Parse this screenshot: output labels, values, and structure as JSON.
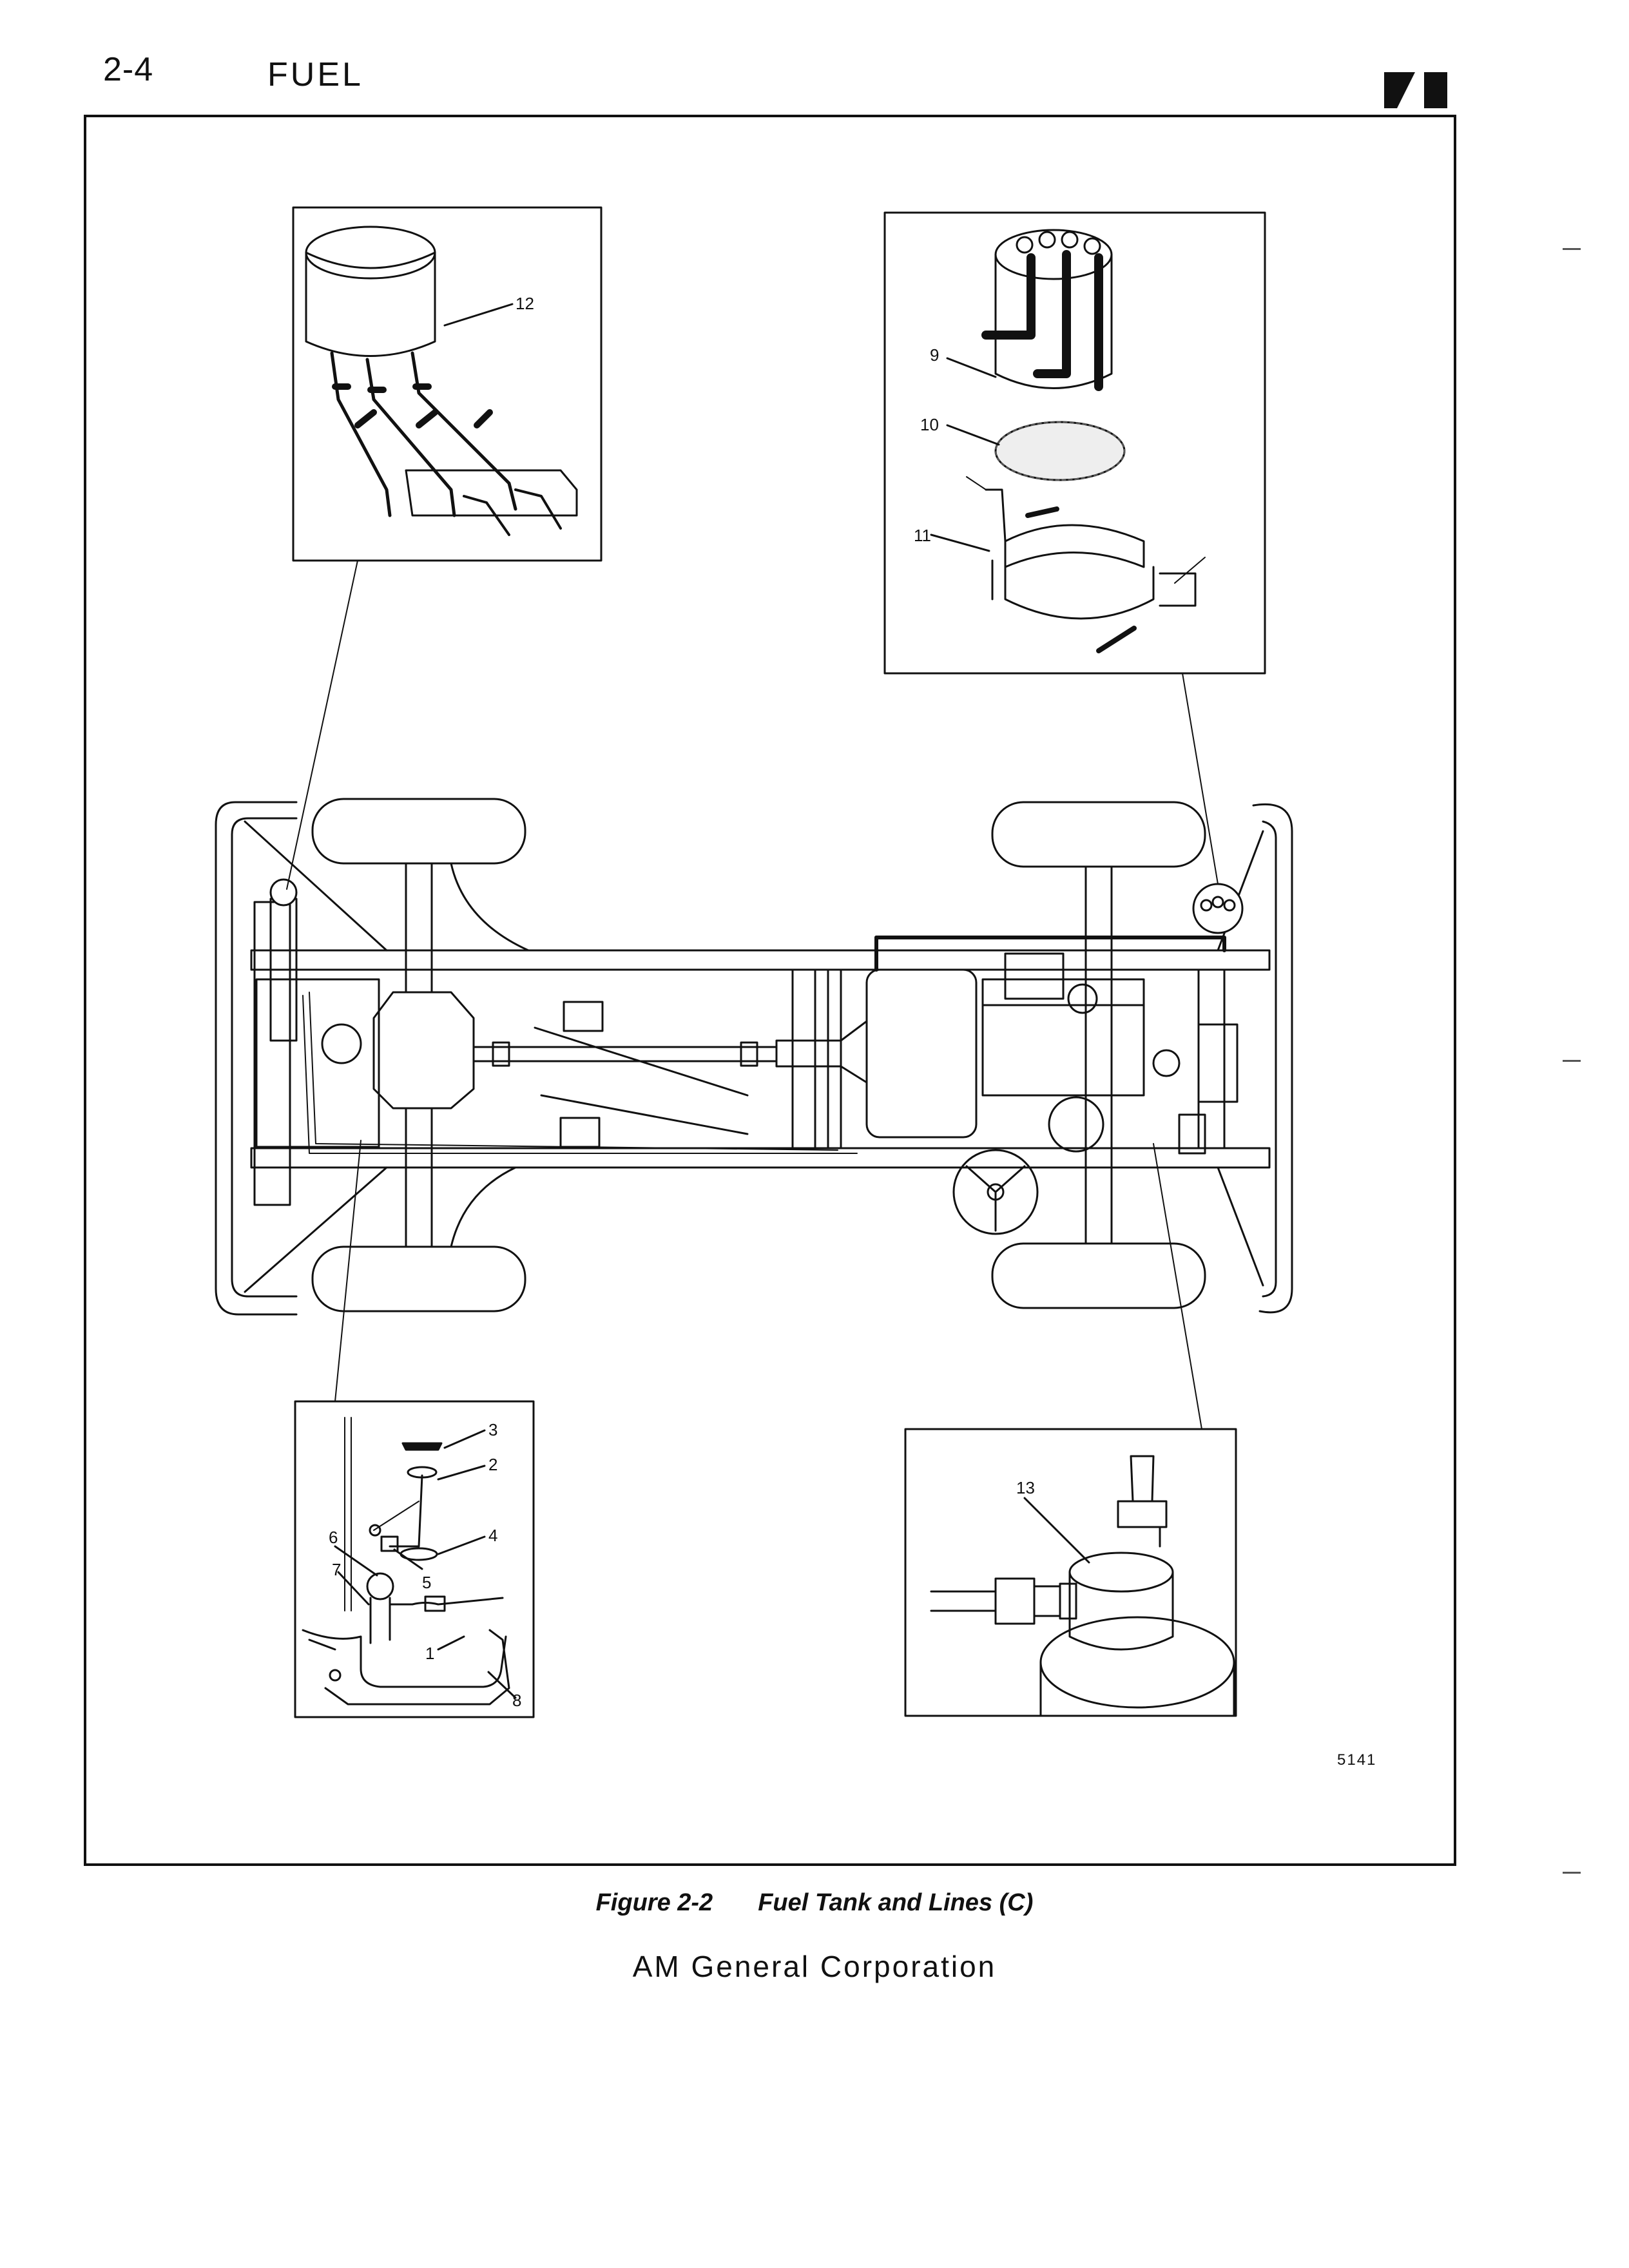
{
  "header": {
    "page_number": "2-4",
    "section_title": "FUEL",
    "logo": "am-general-logo-icon"
  },
  "figure": {
    "id": "5141",
    "callouts": {
      "c1": "1",
      "c2": "2",
      "c3": "3",
      "c4": "4",
      "c5": "5",
      "c6": "6",
      "c7": "7",
      "c8": "8",
      "c9": "9",
      "c10": "10",
      "c11": "11",
      "c12": "12",
      "c13": "13"
    }
  },
  "caption": {
    "label": "Figure 2-2",
    "title": "Fuel Tank and Lines (C)"
  },
  "footer": {
    "company": "AM General Corporation"
  }
}
